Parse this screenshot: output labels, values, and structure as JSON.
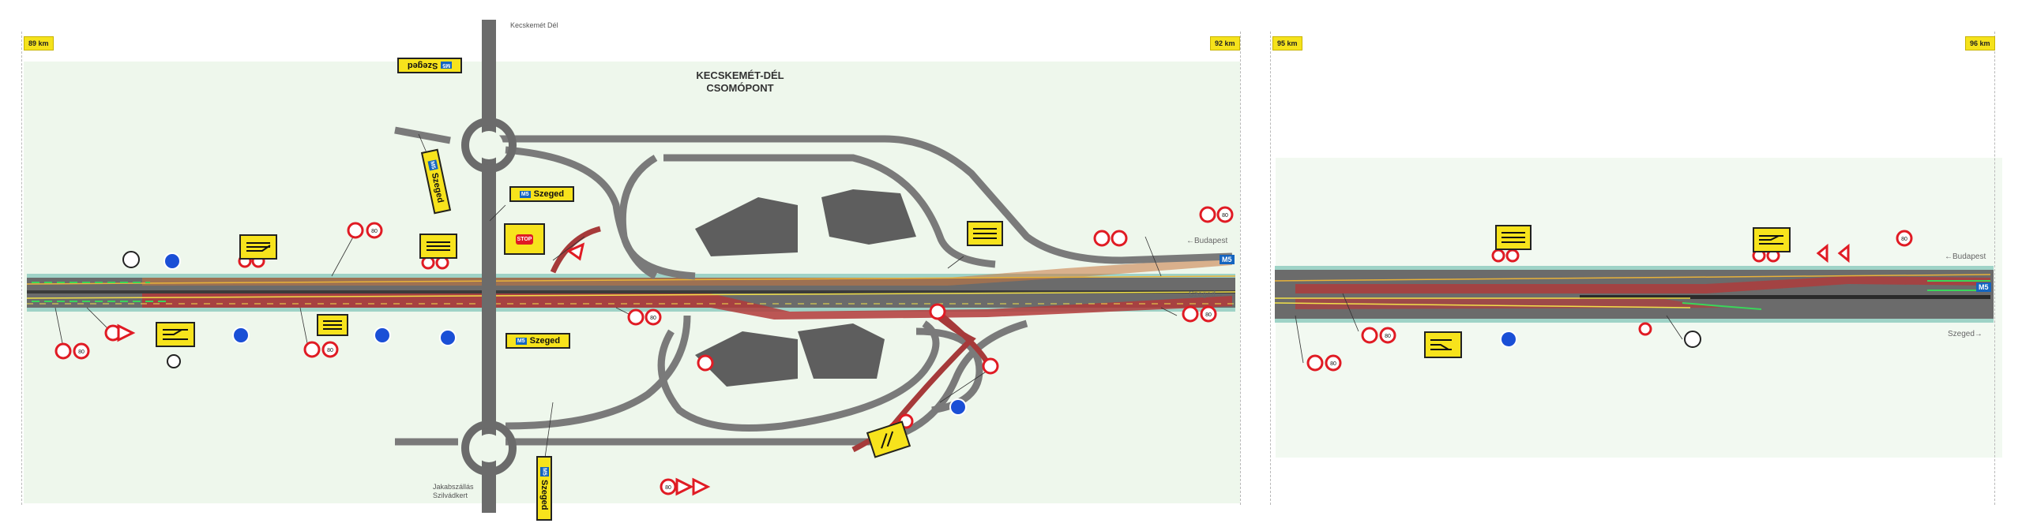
{
  "km_markers": [
    "89 km",
    "92 km",
    "95 km",
    "96 km"
  ],
  "title_lines": [
    "KECSKEMÉT-DÉL",
    "CSOMÓPONT"
  ],
  "place_labels": {
    "north": "Kecskemét Dél",
    "south_1": "Jakabszállás",
    "south_2": "Szilvádkert"
  },
  "directions": {
    "budapest": "←Budapest",
    "szeged": "Szeged→"
  },
  "motorway": "M5",
  "signs": {
    "szeged": "Szeged",
    "route_tag": "M5",
    "stop": "STOP"
  },
  "speed_limit": "80",
  "colors": {
    "road": "#6b6b6b",
    "shoulder": "#9fd3c7",
    "closure": "#b23a3a",
    "sign_yellow": "#f7e31c",
    "sign_red": "#e01b24",
    "sign_blue": "#1565c0",
    "background_green": "#eef7ec"
  }
}
